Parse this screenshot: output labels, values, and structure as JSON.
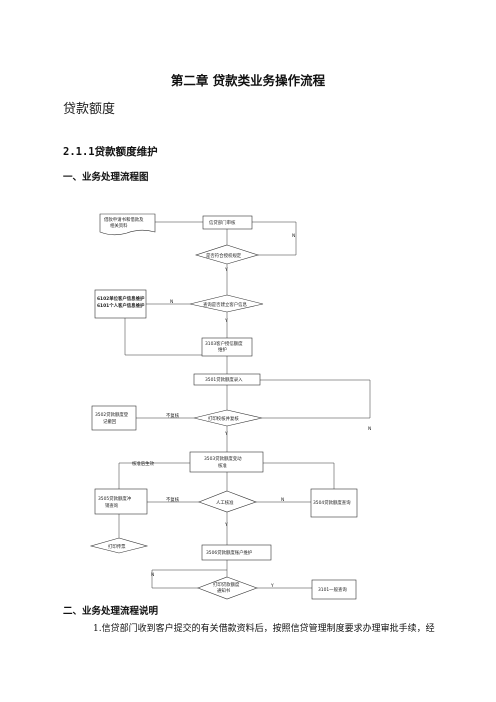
{
  "document": {
    "chapter_title": "第二章  贷款类业务操作流程",
    "section_title": "贷款额度",
    "subsection_title": "2.1.1贷款额度维护",
    "part1_title": "一、业务处理流程图",
    "part2_title": "二、业务处理流程说明",
    "paragraph_1": "1.信贷部门收到客户提交的有关借款资料后，按照信贷管理制度要求办理审批手续，经"
  },
  "flowchart": {
    "doc_node": [
      "借款申请书和借款及",
      "相关资料"
    ],
    "credit_review": "信贷部门审核",
    "approve_decision": "是否符合授权规定",
    "customer_check": "查询是否建立客户信息",
    "customer_maint": [
      "6102单位客户信息维护",
      "6101个人客户信息维护"
    ],
    "credit_limit_maint": [
      "3103客户授信额度",
      "维护"
    ],
    "loan_limit_entry": "3501贷款额度录入",
    "print_check": "打印校核并复核",
    "invalid_box": [
      "3502贷款额度登",
      "记撤回"
    ],
    "change_box": [
      "3503贷款额度变动",
      "核准"
    ],
    "manual_check": "人工核准",
    "query_box": "3504贷款额度查询",
    "adjust_box": [
      "3505贷款额度冲",
      "销查询"
    ],
    "print_voucher": "打印传票",
    "loan_account_maint": "3506贷款额度账户维护",
    "print_notice": [
      "打印贷款额度",
      "通知书"
    ],
    "general_query": "3101一般查询",
    "label_N": "N",
    "label_Y": "Y",
    "label_not_ok": "不复核",
    "label_effective": "核准后生效"
  }
}
